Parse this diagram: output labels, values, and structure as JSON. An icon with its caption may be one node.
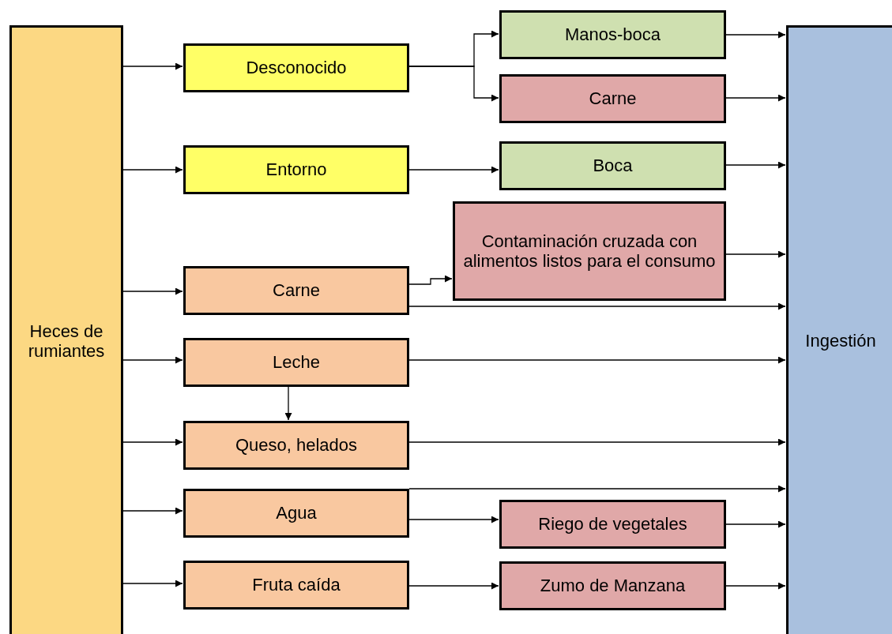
{
  "diagram": {
    "nodes": [
      {
        "text": [
          "Heces de rumiantes"
        ]
      },
      {
        "text": [
          "Desconocido"
        ]
      },
      {
        "text": [
          "Entorno"
        ]
      },
      {
        "text": [
          "Carne"
        ]
      },
      {
        "text": [
          "Leche"
        ]
      },
      {
        "text": [
          "Queso, helados"
        ]
      },
      {
        "text": [
          "Agua"
        ]
      },
      {
        "text": [
          "Fruta caída"
        ]
      },
      {
        "text": [
          "Manos-boca"
        ]
      },
      {
        "text": [
          "Carne"
        ]
      },
      {
        "text": [
          "Boca"
        ]
      },
      {
        "text": [
          "Contaminación cruzada con alimentos listos para el consumo"
        ]
      },
      {
        "text": [
          "Riego de vegetales"
        ]
      },
      {
        "text": [
          "Zumo de Manzana"
        ]
      },
      {
        "text": [
          "Ingestión"
        ]
      }
    ],
    "edges": [
      {
        "from": 0,
        "to": 1,
        "arrow": "to"
      },
      {
        "from": 0,
        "to": 2,
        "arrow": "to"
      },
      {
        "from": 0,
        "to": 3,
        "arrow": "to"
      },
      {
        "from": 0,
        "to": 4,
        "arrow": "to"
      },
      {
        "from": 0,
        "to": 5,
        "arrow": "to"
      },
      {
        "from": 0,
        "to": 6,
        "arrow": "to"
      },
      {
        "from": 0,
        "to": 7,
        "arrow": "to"
      },
      {
        "from": 1,
        "to": 8,
        "arrow": "to"
      },
      {
        "from": 1,
        "to": 9,
        "arrow": "to"
      },
      {
        "from": 2,
        "to": 10,
        "arrow": "to"
      },
      {
        "from": 3,
        "to": 11,
        "arrow": "to"
      },
      {
        "from": 3,
        "to": 14,
        "arrow": "to"
      },
      {
        "from": 4,
        "to": 5,
        "arrow": "to"
      },
      {
        "from": 4,
        "to": 14,
        "arrow": "to"
      },
      {
        "from": 5,
        "to": 14,
        "arrow": "to"
      },
      {
        "from": 6,
        "to": 14,
        "arrow": "to"
      },
      {
        "from": 6,
        "to": 12,
        "arrow": "to"
      },
      {
        "from": 7,
        "to": 13,
        "arrow": "to"
      },
      {
        "from": 8,
        "to": 14,
        "arrow": "to"
      },
      {
        "from": 9,
        "to": 14,
        "arrow": "to"
      },
      {
        "from": 10,
        "to": 14,
        "arrow": "to"
      },
      {
        "from": 11,
        "to": 14,
        "arrow": "to"
      },
      {
        "from": 12,
        "to": 14,
        "arrow": "to"
      },
      {
        "from": 13,
        "to": 14,
        "arrow": "to"
      }
    ]
  }
}
